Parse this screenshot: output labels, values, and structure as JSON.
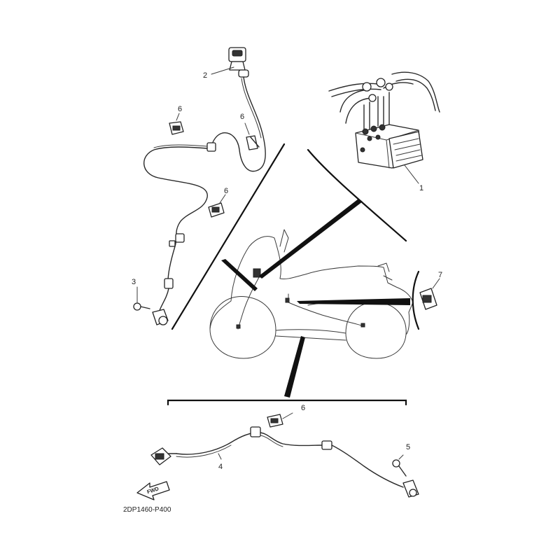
{
  "diagram": {
    "drawing_code": "2DP1460-P400",
    "fwd_label": "FWD",
    "callouts": [
      {
        "id": "1",
        "label": "1"
      },
      {
        "id": "2",
        "label": "2"
      },
      {
        "id": "3",
        "label": "3"
      },
      {
        "id": "4",
        "label": "4"
      },
      {
        "id": "5",
        "label": "5"
      },
      {
        "id": "6a",
        "label": "6"
      },
      {
        "id": "6b",
        "label": "6"
      },
      {
        "id": "6c",
        "label": "6"
      },
      {
        "id": "6d",
        "label": "6"
      },
      {
        "id": "7",
        "label": "7"
      }
    ]
  },
  "colors": {
    "line": "#2a2a2a",
    "background": "#ffffff"
  }
}
